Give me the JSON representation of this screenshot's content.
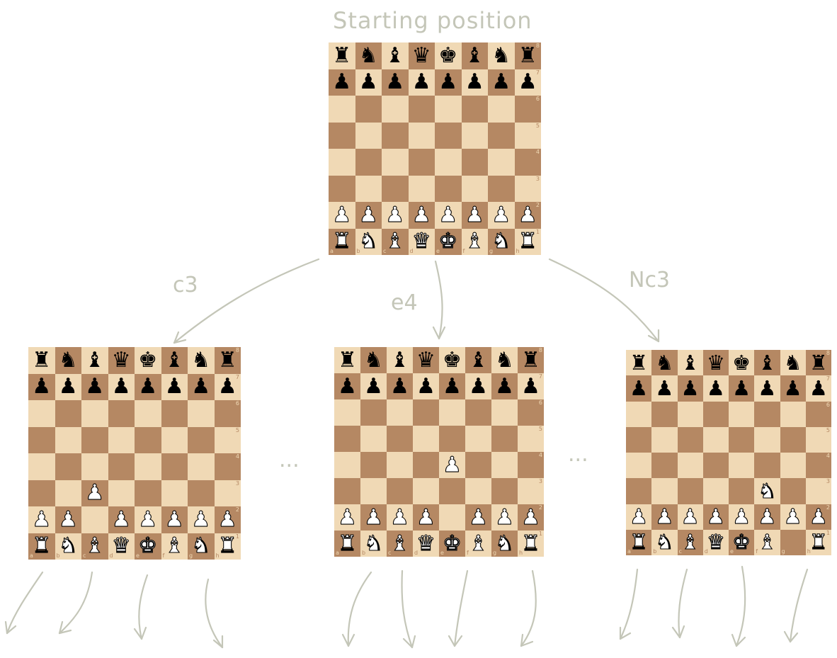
{
  "title": "Starting position",
  "ellipsis": "...",
  "colors": {
    "light_square": "#f0d9b5",
    "dark_square": "#b58863",
    "sketch": "#c4c6b8"
  },
  "ranks": [
    "8",
    "7",
    "6",
    "5",
    "4",
    "3",
    "2",
    "1"
  ],
  "files": [
    "a",
    "b",
    "c",
    "d",
    "e",
    "f",
    "g",
    "h"
  ],
  "glyphs": {
    "K": "♚",
    "Q": "♛",
    "R": "♜",
    "B": "♝",
    "N": "♞",
    "P": "♟"
  },
  "boards": [
    {
      "id": "root",
      "move_label": "",
      "position": [
        "rnbqkbnr",
        "pppppppp",
        "........",
        "........",
        "........",
        "........",
        "PPPPPPPP",
        "RNBQKBNR"
      ]
    },
    {
      "id": "c3",
      "move_label": "c3",
      "position": [
        "rnbqkbnr",
        "pppppppp",
        "........",
        "........",
        "........",
        "..P.....",
        "PP.PPPPP",
        "RNBQKBNR"
      ]
    },
    {
      "id": "e4",
      "move_label": "e4",
      "position": [
        "rnbqkbnr",
        "pppppppp",
        "........",
        "........",
        "....P...",
        "........",
        "PPPP.PPP",
        "RNBQKBNR"
      ]
    },
    {
      "id": "nc3",
      "move_label": "Nc3",
      "position": [
        "rnbqkbnr",
        "pppppppp",
        "........",
        "........",
        "........",
        ".....N..",
        "PPPPPPPP",
        "RNBQKB.R"
      ]
    }
  ]
}
